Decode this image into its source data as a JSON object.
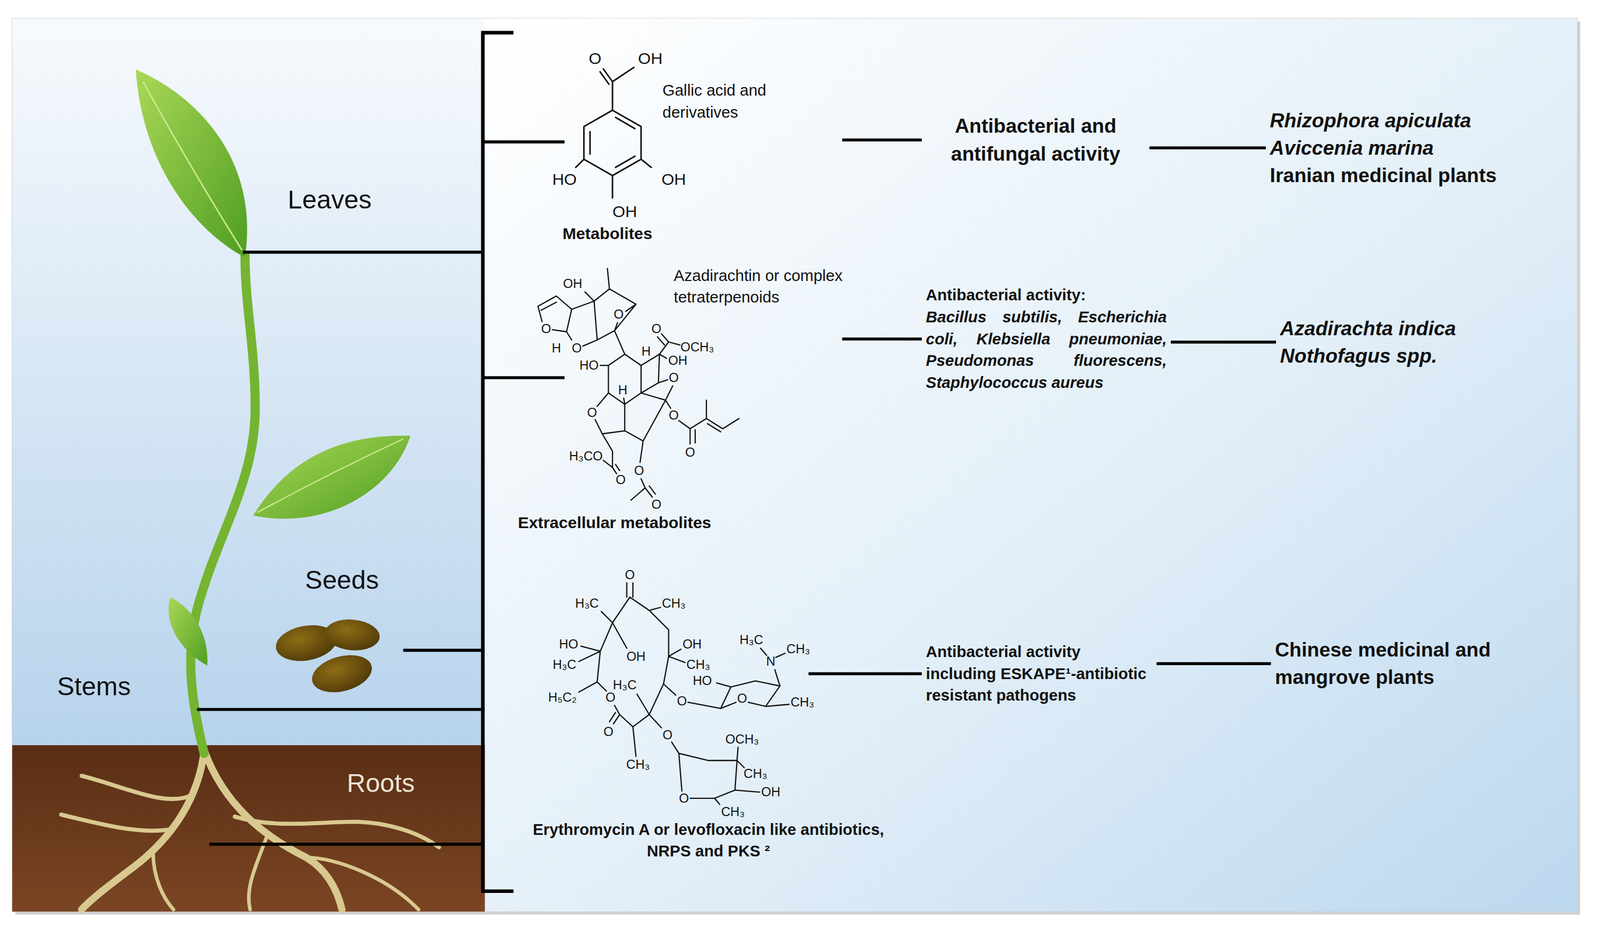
{
  "diagram": {
    "nodes": [
      {
        "text": [
          "Gallic acid and derivatives",
          "Metabolites"
        ]
      },
      {
        "text": [
          "Antibacterial and antifungal activity"
        ]
      },
      {
        "text": [
          "Rhizophora apiculata",
          "Aviccenia marina",
          "Iranian medicinal plants"
        ]
      },
      {
        "text": [
          "Azadirachtin or complex tetraterpenoids",
          "Extracellular metabolites"
        ]
      },
      {
        "text": [
          "Antibacterial activity:",
          "Bacillus subtilis, Escherichia coli, Klebsiella pneumoniae, Pseudomonas fluorescens, Staphylococcus aureus"
        ]
      },
      {
        "text": [
          "Azadirachta indica",
          "Nothofagus spp."
        ]
      },
      {
        "text": [
          "Erythromycin A or levofloxacin like antibiotics, NRPS and PKS ²"
        ]
      },
      {
        "text": [
          "Antibacterial activity including ESKAPE¹-antibiotic resistant pathogens"
        ]
      },
      {
        "text": [
          "Chinese medicinal and mangrove plants"
        ]
      }
    ],
    "edges": [
      {
        "from": 0,
        "to": 1,
        "arrow": "none"
      },
      {
        "from": 1,
        "to": 2,
        "arrow": "none"
      },
      {
        "from": 3,
        "to": 4,
        "arrow": "none"
      },
      {
        "from": 4,
        "to": 5,
        "arrow": "none"
      },
      {
        "from": 6,
        "to": 7,
        "arrow": "none"
      },
      {
        "from": 7,
        "to": 8,
        "arrow": "none"
      }
    ],
    "labels": [
      "Leaves",
      "Seeds",
      "Stems",
      "Roots",
      "O",
      "OH",
      "HO",
      "OH",
      "OH",
      "OH",
      "O",
      "O",
      "H",
      "O",
      "O",
      "OCH₃",
      "H",
      "OH",
      "HO",
      "O",
      "H",
      "O",
      "O",
      "H₃CO",
      "O",
      "O",
      "O",
      "O",
      "O",
      "H₃C",
      "CH₃",
      "HO",
      "OH",
      "H₃C",
      "CH₃",
      "OH",
      "N",
      "H₃C",
      "CH₃",
      "HO",
      "H₃C",
      "H₅C₂",
      "O",
      "O",
      "O",
      "CH₃",
      "O",
      "O",
      "OCH₃",
      "CH₃",
      "CH₃",
      "OH",
      "O",
      "CH₃"
    ]
  }
}
